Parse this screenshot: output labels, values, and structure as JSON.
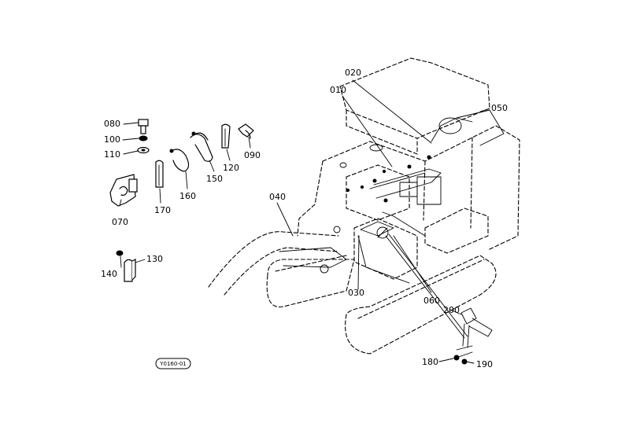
{
  "diagram": {
    "labels": {
      "p010": "010",
      "p020": "020",
      "p030": "030",
      "p040": "040",
      "p050": "050",
      "p060": "060",
      "p070": "070",
      "p080": "080",
      "p090": "090",
      "p100": "100",
      "p110": "110",
      "p120": "120",
      "p130": "130",
      "p140": "140",
      "p150": "150",
      "p160": "160",
      "p170": "170",
      "p180": "180",
      "p190": "190",
      "p200": "200"
    },
    "reference_code": "Y0160-01"
  }
}
